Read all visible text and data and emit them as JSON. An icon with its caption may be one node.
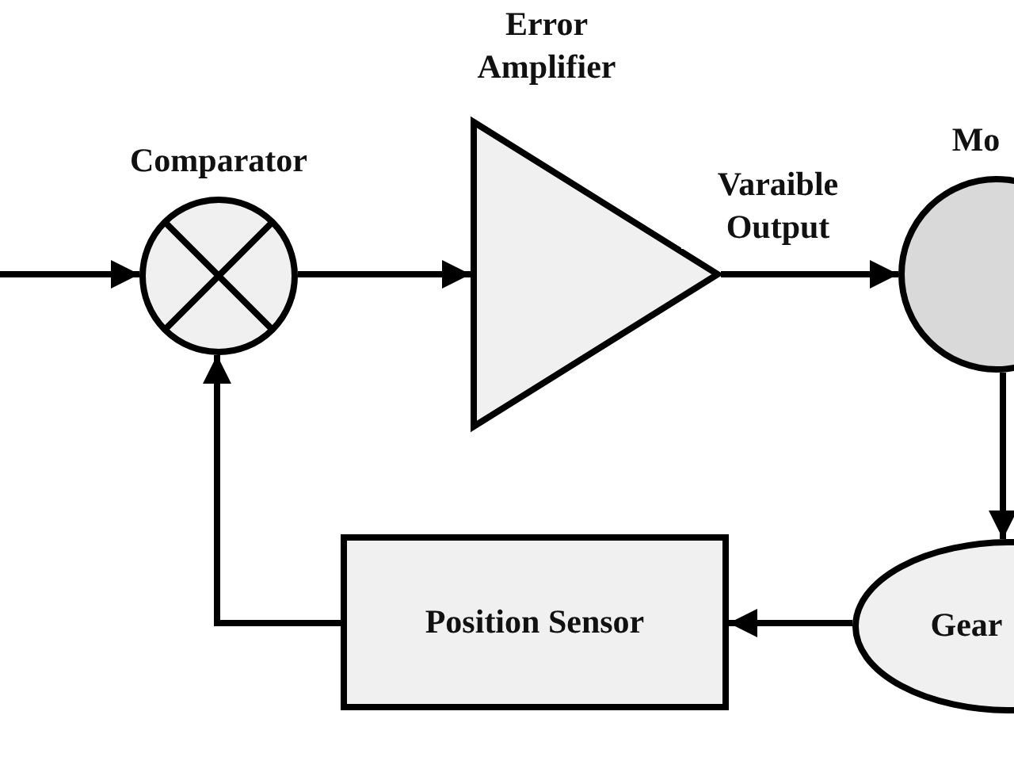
{
  "diagram": {
    "nodes": [
      {
        "text": [
          "Comparator"
        ]
      },
      {
        "text": [
          "Error Amplifier"
        ]
      },
      {
        "text": [
          "Mo"
        ]
      },
      {
        "text": [
          "Gear"
        ]
      },
      {
        "text": [
          "Position Sensor"
        ]
      }
    ],
    "edges": [
      {
        "from": null,
        "to": 0,
        "arrow": "to"
      },
      {
        "from": 0,
        "to": 1,
        "arrow": "to"
      },
      {
        "from": 1,
        "to": 2,
        "arrow": "to",
        "label": "Varaible Output"
      },
      {
        "from": 2,
        "to": 3,
        "arrow": "to"
      },
      {
        "from": 3,
        "to": 4,
        "arrow": "to"
      },
      {
        "from": 4,
        "to": 0,
        "arrow": "to"
      }
    ]
  }
}
